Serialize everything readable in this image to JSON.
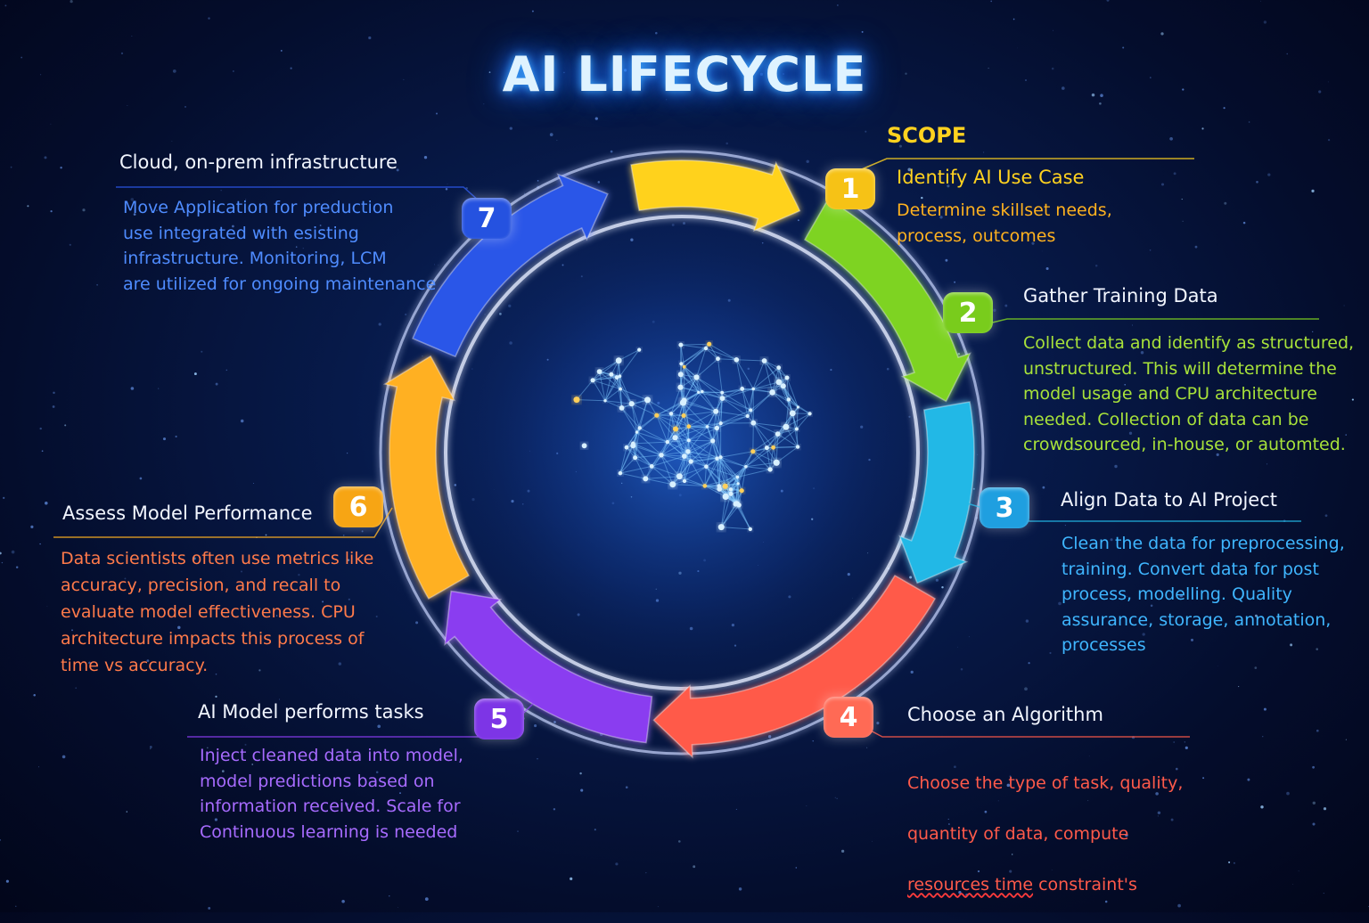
{
  "title": "AI LIFECYCLE",
  "scope_label": "SCOPE",
  "colors": {
    "step1": "#ffd21f",
    "step2": "#7ed321",
    "step3": "#22b8e6",
    "step4": "#ff5a4a",
    "step5": "#8a3cf0",
    "step6": "#ffb020",
    "step7": "#2a56e8"
  },
  "steps": [
    {
      "number": "1",
      "title": "Identify AI Use Case",
      "body": "Determine skillset needs,\nprocess, outcomes"
    },
    {
      "number": "2",
      "title": "Gather Training Data",
      "body": "Collect data and identify as structured,\nunstructured. This will determine the\nmodel usage and CPU architecture\nneeded. Collection of data can be\ncrowdsourced, in-house, or automted."
    },
    {
      "number": "3",
      "title": "Align Data to AI Project",
      "body": "Clean the data for preprocessing,\ntraining. Convert data for post\nprocess, modelling.  Quality\nassurance, storage, annotation,\nprocesses"
    },
    {
      "number": "4",
      "title": "Choose an Algorithm",
      "body_line1": "Choose the type of task, quality,",
      "body_line2": "quantity of data,  compute",
      "body_line3a": "resources time",
      "body_line3b": " constraint's"
    },
    {
      "number": "5",
      "title": "AI Model performs tasks",
      "body": "Inject cleaned data into model,\nmodel predictions based on\ninformation received. Scale for\nContinuous learning is needed"
    },
    {
      "number": "6",
      "title": "Assess Model Performance",
      "body": "Data scientists often use metrics like\naccuracy, precision, and recall to\nevaluate model effectiveness. CPU\narchitecture impacts this process of\ntime vs accuracy."
    },
    {
      "number": "7",
      "title": "Cloud, on-prem infrastructure",
      "body": "Move Application for preduction\nuse integrated with esisting\ninfrastructure. Monitoring, LCM\nare utilized for ongoing maintenance"
    }
  ]
}
